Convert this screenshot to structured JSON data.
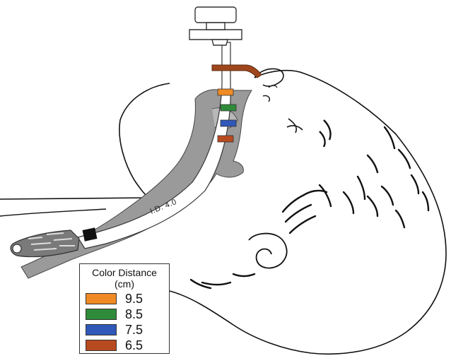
{
  "diagram": {
    "tube_marking": "I.D. 4.0"
  },
  "legend": {
    "title": "Color Distance",
    "unit": "(cm)",
    "items": [
      {
        "label": "9.5",
        "color": "#f08a24"
      },
      {
        "label": "8.5",
        "color": "#2e8b3a"
      },
      {
        "label": "7.5",
        "color": "#2f58b8"
      },
      {
        "label": "6.5",
        "color": "#b84a20"
      }
    ]
  }
}
